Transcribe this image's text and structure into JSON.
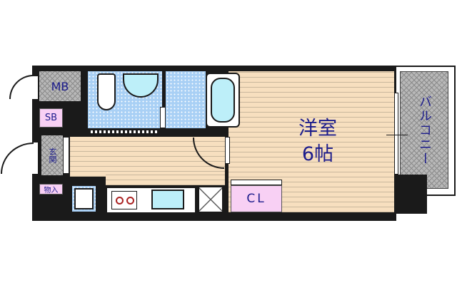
{
  "floor_plan": {
    "rooms": {
      "western_room": {
        "name": "洋室",
        "size": "6帖"
      },
      "balcony": "バルコニー",
      "closet": "CL",
      "meter_box": "MB",
      "shoe_box": "SB",
      "entrance": "玄関",
      "storage": "物入"
    },
    "colors": {
      "wall": "#1a1a1a",
      "floor": "#f7dfbf",
      "wet_area": "#a9d0f5",
      "storage": "#f8d0f4",
      "label": "#1c1c8c"
    }
  }
}
